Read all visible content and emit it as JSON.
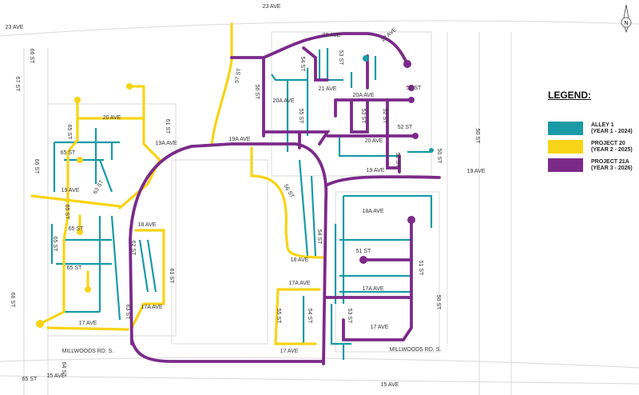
{
  "legend": {
    "title": "LEGEND:",
    "items": [
      {
        "line1": "ALLEY 1",
        "line2": "(YEAR 1 - 2024)",
        "color": "#1a9aa6"
      },
      {
        "line1": "PROJECT 20",
        "line2": "(YEAR 2 - 2025)",
        "color": "#f7d417"
      },
      {
        "line1": "PROJECT 21A",
        "line2": "(YEAR 3 - 2026)",
        "color": "#7b2a8a"
      }
    ]
  },
  "compass": {
    "icon": "north-arrow-icon",
    "letter": "N"
  },
  "labels": [
    "23 AVE",
    "23 AVE",
    "22 AVE",
    "22 AVE",
    "21 AVE",
    "20A AVE",
    "20A AVE",
    "52 ST",
    "52 ST",
    "53 ST",
    "54 ST",
    "56 ST",
    "55 ST",
    "53 ST",
    "52 ST",
    "20 AVE",
    "50 ST",
    "19 AVE",
    "52 ST",
    "19A AVE",
    "19A AVE",
    "20 AVE",
    "61 ST",
    "65 ST",
    "65 ST",
    "66 ST",
    "67 ST",
    "66 ST",
    "19 AVE",
    "63 ST",
    "65 ST",
    "65 ST",
    "65 ST",
    "65 ST",
    "18 AVE",
    "62 ST",
    "61 ST",
    "17A AVE",
    "63 ST",
    "17 AVE",
    "66 ST",
    "57 ST",
    "56 ST",
    "54 ST",
    "18A AVE",
    "51 ST",
    "51 ST",
    "18 AVE",
    "17A AVE",
    "17A AVE",
    "55 ST",
    "54 ST",
    "53 ST",
    "50 ST",
    "17 AVE",
    "17 AVE",
    "MILLWOODS RD. S.",
    "MILLWOODS RD. S.",
    "15 AVE",
    "64 ST",
    "65 ST",
    "15 AVE",
    "19 AVE",
    "50 ST"
  ]
}
